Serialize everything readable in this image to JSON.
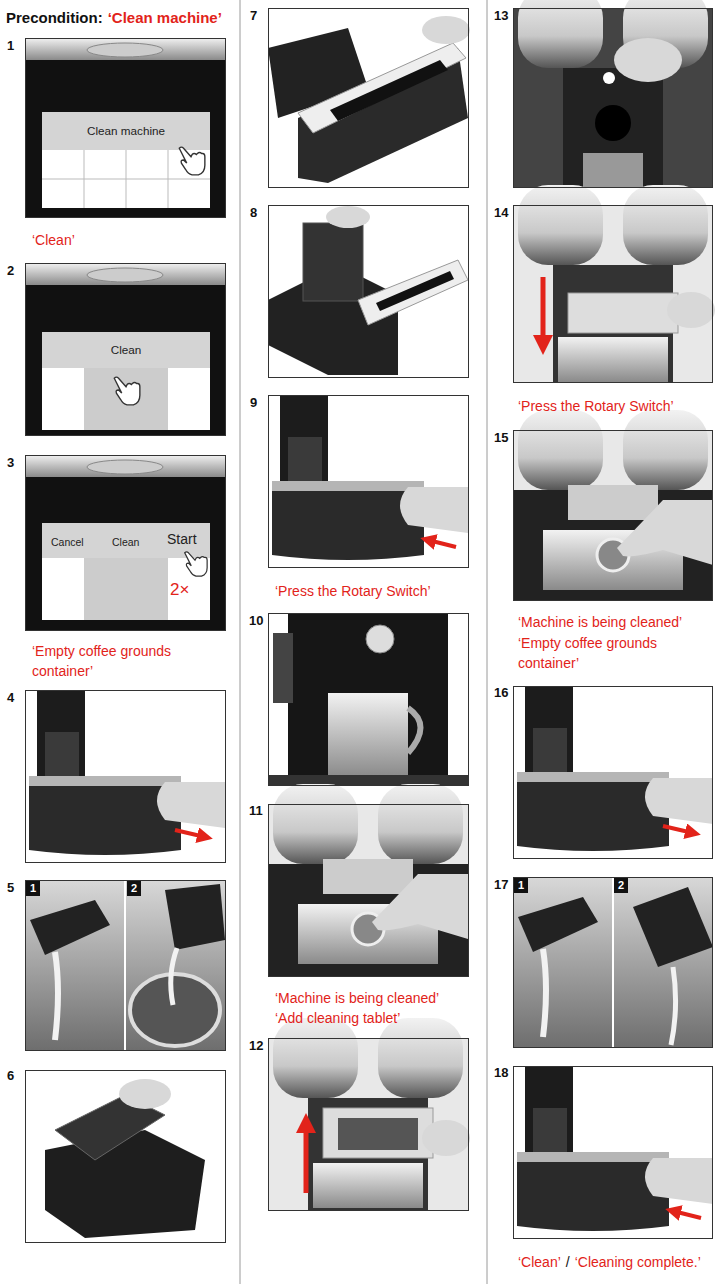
{
  "diagram": {
    "nodes": [
      {
        "text": [
          "Clean machine"
        ]
      },
      {
        "text": [
          "Clean"
        ]
      },
      {
        "text": [
          "Cancel",
          "Clean",
          "Start",
          "2×"
        ]
      }
    ],
    "labels": [
      "Precondition:",
      "‘Clean machine’",
      "1",
      "‘Clean’",
      "2",
      "3",
      "‘Empty coffee grounds container’",
      "4",
      "5",
      "1",
      "2",
      "6",
      "7",
      "8",
      "9",
      "‘Press the Rotary Switch’",
      "10",
      "11",
      "‘Machine is being cleaned’",
      "‘Add cleaning tablet’",
      "12",
      "13",
      "14",
      "‘Press the Rotary Switch’",
      "15",
      "‘Machine is being cleaned’",
      "‘Empty coffee grounds container’",
      "16",
      "17",
      "1",
      "2",
      "18",
      "‘Clean’",
      "/",
      "‘Cleaning complete.’"
    ]
  }
}
